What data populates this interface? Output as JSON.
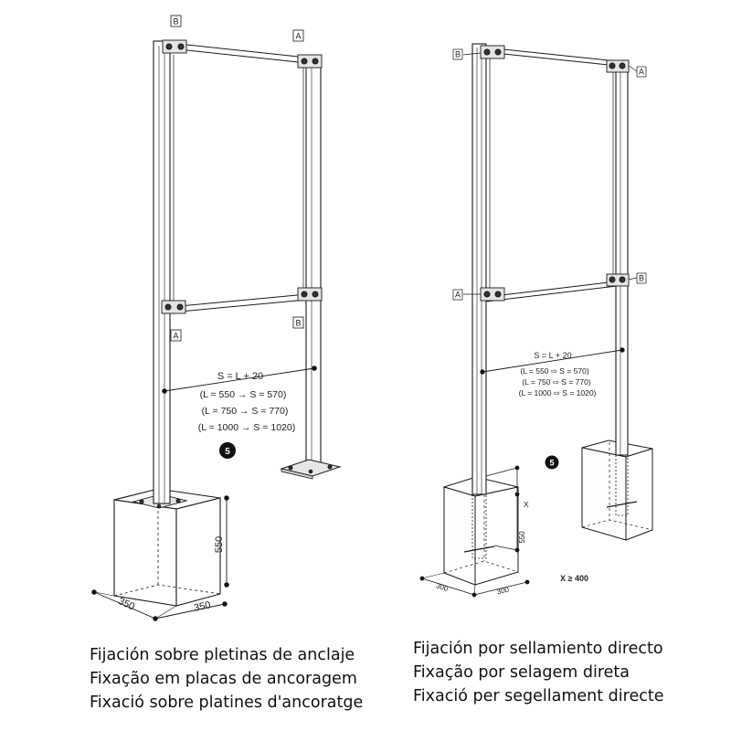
{
  "left_figure": {
    "labels": {
      "a_top": "A",
      "b_top": "B",
      "a_bottom": "A",
      "b_bottom": "B"
    },
    "formula": {
      "line1": "S = L + 20",
      "line2": "(L = 550 → S = 570)",
      "line3": "(L = 750 → S = 770)",
      "line4": "(L = 1000 → S = 1020)"
    },
    "step_badge": "5",
    "dimensions": {
      "height": "550",
      "width_left": "350",
      "width_right": "350"
    },
    "caption": [
      "Fijación sobre pletinas de anclaje",
      "Fixação em placas de ancoragem",
      "Fixació sobre platines d'ancoratge"
    ]
  },
  "right_figure": {
    "labels": {
      "b_top": "B",
      "a_top": "A",
      "a_bottom": "A",
      "b_bottom": "B"
    },
    "formula": {
      "line1": "S = L + 20",
      "line2": "(L = 550 ⇨ S = 570)",
      "line3": "(L = 750 ⇨ S = 770)",
      "line4": "(L = 1000 ⇨ S = 1020)"
    },
    "step_badge": "5",
    "dimensions": {
      "x_label": "X",
      "height": "550",
      "width_left": "300",
      "width_right": "300"
    },
    "constraint": "X ≥ 400",
    "caption": [
      "Fijación por sellamiento directo",
      "Fixação por selagem direta",
      "Fixació per segellament directe"
    ]
  }
}
